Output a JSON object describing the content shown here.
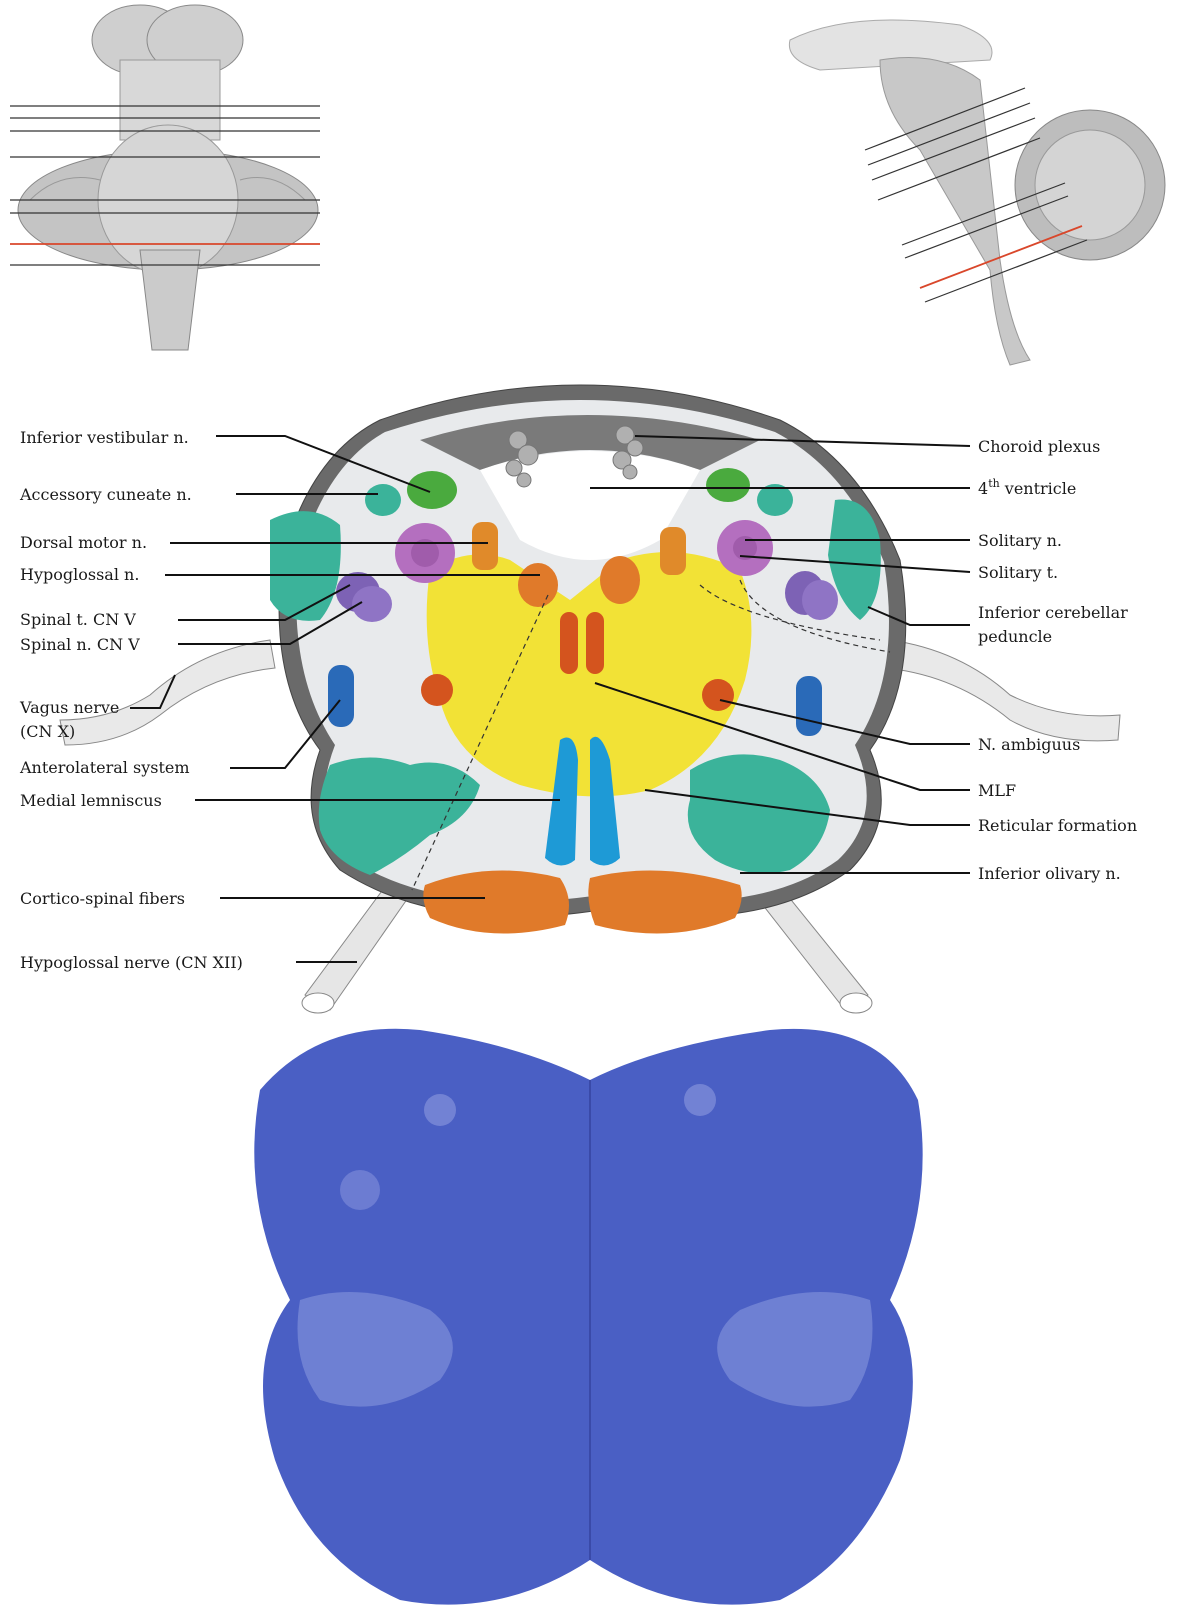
{
  "figure": {
    "left_labels": [
      {
        "id": "inferior-vestibular-n",
        "text": "Inferior vestibular n."
      },
      {
        "id": "accessory-cuneate-n",
        "text": "Accessory cuneate n."
      },
      {
        "id": "dorsal-motor-n",
        "text": "Dorsal motor n."
      },
      {
        "id": "hypoglossal-n",
        "text": "Hypoglossal n."
      },
      {
        "id": "spinal-t-cn-v",
        "text": "Spinal t. CN V"
      },
      {
        "id": "spinal-n-cn-v",
        "text": "Spinal n. CN V"
      },
      {
        "id": "vagus-nerve-1",
        "text": "Vagus nerve"
      },
      {
        "id": "vagus-nerve-2",
        "text": "(CN X)"
      },
      {
        "id": "anterolateral-system",
        "text": "Anterolateral system"
      },
      {
        "id": "medial-lemniscus",
        "text": "Medial lemniscus"
      },
      {
        "id": "cortico-spinal-fibers",
        "text": "Cortico-spinal fibers"
      },
      {
        "id": "hypoglossal-nerve",
        "text": "Hypoglossal nerve (CN XII)"
      }
    ],
    "right_labels": [
      {
        "id": "choroid-plexus",
        "text": "Choroid plexus"
      },
      {
        "id": "fourth-ventricle-num",
        "text": "4"
      },
      {
        "id": "fourth-ventricle-sup",
        "text": "th"
      },
      {
        "id": "fourth-ventricle-word",
        "text": " ventricle"
      },
      {
        "id": "solitary-n",
        "text": "Solitary n."
      },
      {
        "id": "solitary-t",
        "text": "Solitary t."
      },
      {
        "id": "inferior-cerebellar-peduncle-1",
        "text": "Inferior cerebellar"
      },
      {
        "id": "inferior-cerebellar-peduncle-2",
        "text": "peduncle"
      },
      {
        "id": "n-ambiguus",
        "text": "N. ambiguus"
      },
      {
        "id": "mlf",
        "text": "MLF"
      },
      {
        "id": "reticular-formation",
        "text": "Reticular formation"
      },
      {
        "id": "inferior-olivary-n",
        "text": "Inferior olivary n."
      }
    ],
    "colors": {
      "reticular": "#f2e236",
      "vestibular_green": "#4aaa3e",
      "cuneate_teal": "#3bb39a",
      "purple": "#b46fbf",
      "violet": "#7d62b5",
      "orange": "#e08a2a",
      "red_orange": "#d4541e",
      "blue": "#2a6ab8",
      "lemniscus_blue": "#1e9ad6",
      "cortico_orange": "#e07a2a",
      "stain_blue": "#4a5fc4",
      "section_line_red": "#d9472b"
    }
  }
}
